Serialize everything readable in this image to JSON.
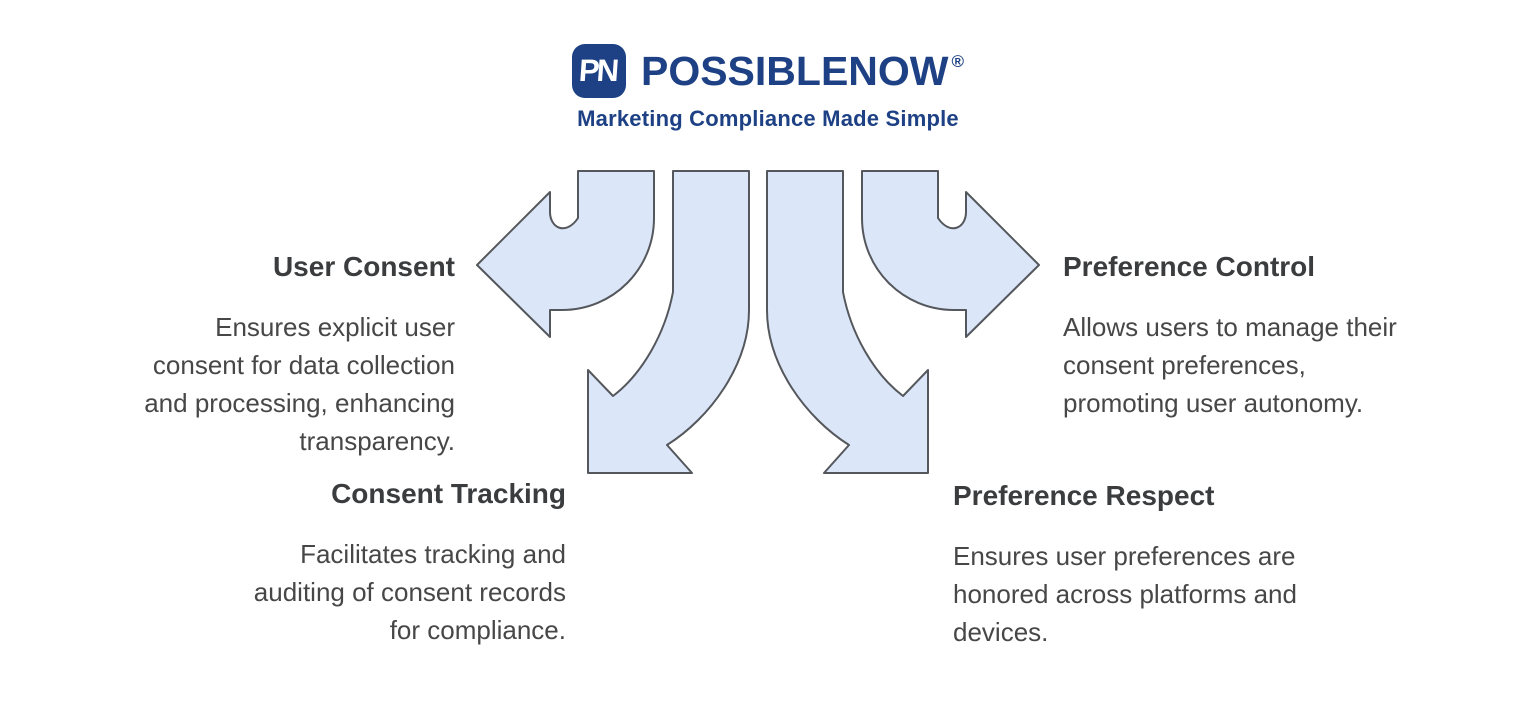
{
  "brand": {
    "monogram": "PN",
    "wordmark": "POSSIBLENOW",
    "registered_mark": "®",
    "tagline": "Marketing Compliance Made Simple",
    "navy_color": "#1d4184"
  },
  "diagram": {
    "arrow_fill": "#dbe6f8",
    "arrow_stroke": "#54575c",
    "items": [
      {
        "id": "user-consent",
        "position": "top-left",
        "title": "User Consent",
        "lines": [
          "Ensures explicit user",
          "consent for data collection",
          "and processing, enhancing",
          "transparency."
        ]
      },
      {
        "id": "preference-control",
        "position": "top-right",
        "title": "Preference Control",
        "lines": [
          "Allows users to manage their",
          "consent preferences,",
          "promoting user autonomy."
        ]
      },
      {
        "id": "consent-tracking",
        "position": "bottom-left",
        "title": "Consent Tracking",
        "lines": [
          "Facilitates tracking and",
          "auditing of consent records",
          "for compliance."
        ]
      },
      {
        "id": "preference-respect",
        "position": "bottom-right",
        "title": "Preference Respect",
        "lines": [
          "Ensures user preferences are",
          "honored across platforms and",
          "devices."
        ]
      }
    ]
  }
}
